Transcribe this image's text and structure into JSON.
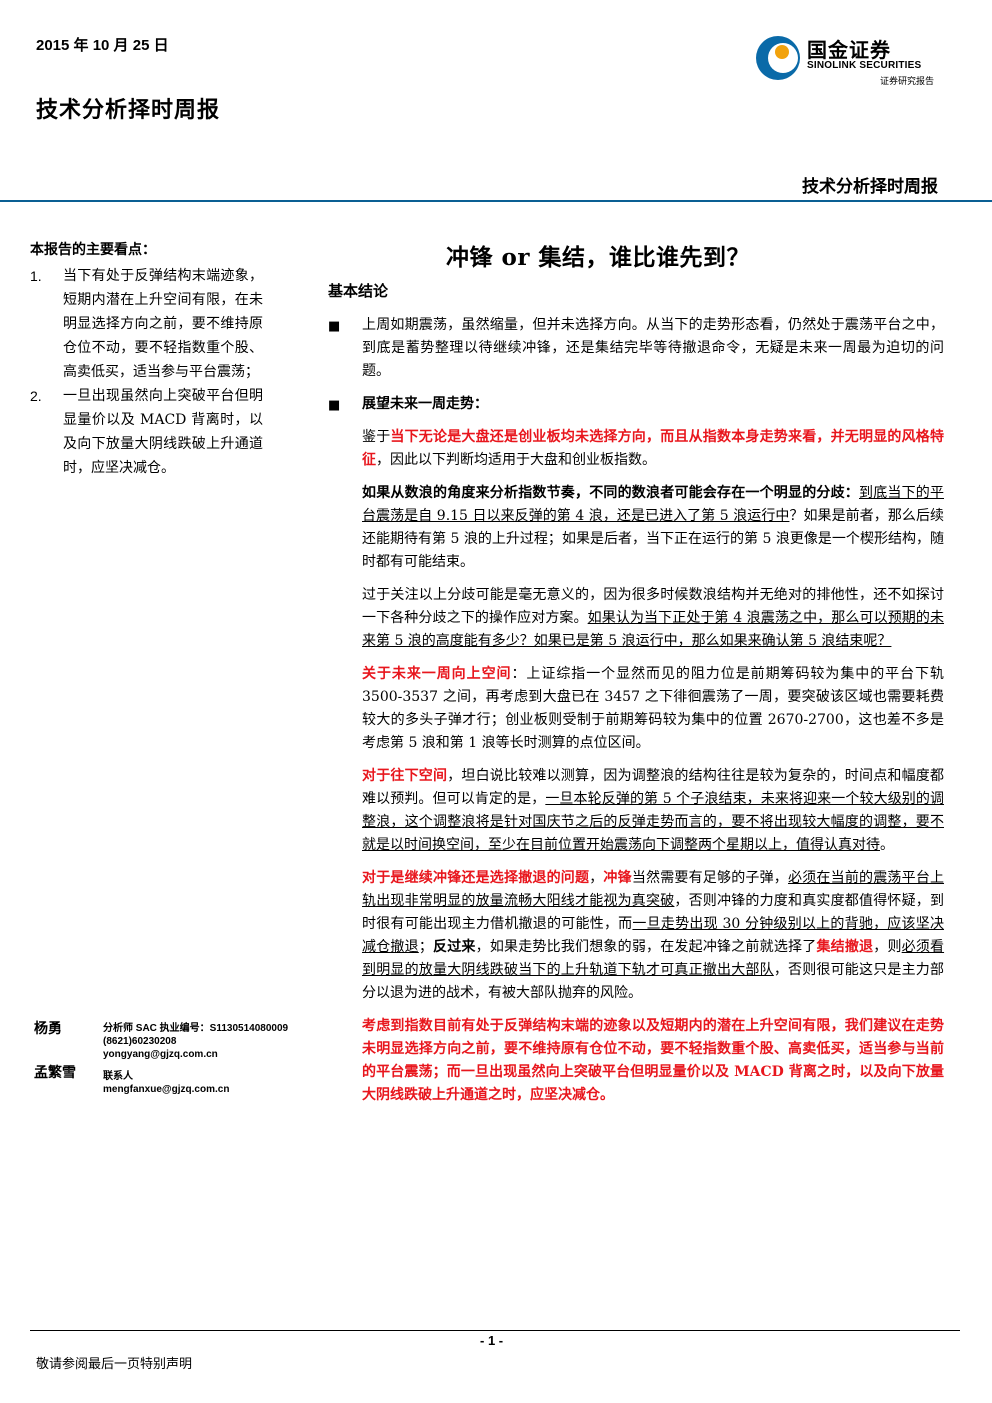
{
  "header": {
    "date": "2015 年 10 月 25 日",
    "report_title": "技术分析择时周报",
    "logo_name": "国金证券",
    "logo_en": "SINOLINK SECURITIES",
    "logo_sub": "证券研究报告",
    "right_title": "技术分析择时周报",
    "rule_color": "#0a5f93"
  },
  "sidebar": {
    "heading": "本报告的主要看点：",
    "items": [
      {
        "num": "1.",
        "text": "当下有处于反弹结构末端迹象，短期内潜在上升空间有限，在未明显选择方向之前，要不维持原仓位不动，要不轻指数重个股、高卖低买，适当参与平台震荡；"
      },
      {
        "num": "2.",
        "text": "一旦出现虽然向上突破平台但明显量价以及 MACD 背离时，以及向下放量大阴线跌破上升通道时，应坚决减仓。"
      }
    ]
  },
  "authors": [
    {
      "name": "杨勇",
      "line1": "分析师 SAC 执业编号：S1130514080009",
      "line2": "(8621)60230208",
      "line3": "yongyang@gjzq.com.cn"
    },
    {
      "name": "孟繁雪",
      "line1": "联系人",
      "line2": "mengfanxue@gjzq.com.cn",
      "line3": ""
    }
  ],
  "main": {
    "title": "冲锋 or 集结，谁比谁先到？",
    "section": "基本结论",
    "bullet1": "上周如期震荡，虽然缩量，但并未选择方向。从当下的走势形态看，仍然处于震荡平台之中，到底是蓄势整理以待继续冲锋，还是集结完毕等待撤退命令，无疑是未来一周最为迫切的问题。",
    "bullet2": "展望未来一周走势：",
    "p1_a": "鉴于",
    "p1_red": "当下无论是大盘还是创业板均未选择方向，而且从指数本身走势来看，并无明显的风格特征",
    "p1_b": "，因此以下判断均适用于大盘和创业板指数。",
    "p2_bold": "如果从数浪的角度来分析指数节奏，不同的数浪者可能会存在一个明显的分歧：",
    "p2_u": "到底当下的平台震荡是自 9.15 日以来反弹的第 4 浪，还是已进入了第 5 浪运行中",
    "p2_rest": "？如果是前者，那么后续还能期待有第 5 浪的上升过程；如果是后者，当下正在运行的第 5 浪更像是一个楔形结构，随时都有可能结束。",
    "p3_a": "过于关注以上分歧可能是毫无意义的，因为很多时候数浪结构并无绝对的排他性，还不如探讨一下各种分歧之下的操作应对方案。",
    "p3_u": "如果认为当下正处于第 4 浪震荡之中，那么可以预期的未来第 5 浪的高度能有多少？如果已是第 5 浪运行中，那么如果来确认第 5 浪结束呢？",
    "p4_red": "关于未来一周向上空间",
    "p4_rest": "：上证综指一个显然而见的阻力位是前期筹码较为集中的平台下轨 3500-3537 之间，再考虑到大盘已在 3457 之下徘徊震荡了一周，要突破该区域也需要耗费较大的多头子弹才行；创业板则受制于前期筹码较为集中的位置 2670-2700，这也差不多是考虑第 5 浪和第 1 浪等长时测算的点位区间。",
    "p5_red": "对于往下空间",
    "p5_a": "，坦白说比较难以测算，因为调整浪的结构往往是较为复杂的，时间点和幅度都难以预判。但可以肯定的是，",
    "p5_u": "一旦本轮反弹的第 5 个子浪结束，未来将迎来一个较大级别的调整浪，这个调整浪将是针对国庆节之后的反弹走势而言的，要不将出现较大幅度的调整，要不就是以时间换空间，至少在目前位置开始震荡向下调整两个星期以上，值得认真对待",
    "p5_end": "。",
    "p6_red1": "对于是继续冲锋还是选择撤退的问题",
    "p6_a": "，",
    "p6_red2": "冲锋",
    "p6_b": "当然需要有足够的子弹，",
    "p6_u1": "必须在当前的震荡平台上轨出现非常明显的放量流畅大阳线才能视为真突破",
    "p6_c": "，否则冲锋的力度和真实度都值得怀疑，到时很有可能出现主力借机撤退的可能性，而",
    "p6_u2": "一旦走势出现 30 分钟级别以上的背驰，应该坚决减仓撤退",
    "p6_d": "；",
    "p6_bold": "反过来",
    "p6_e": "，如果走势比我们想象的弱，在发起冲锋之前就选择了",
    "p6_red3": "集结撤退",
    "p6_f": "，则",
    "p6_u3": "必须看到明显的放量大阴线跌破当下的上升轨道下轨才可真正撤出大部队",
    "p6_g": "，否则很可能这只是主力部分以退为进的战术，有被大部队抛弃的风险。",
    "p7_red": "考虑到指数目前有处于反弹结构末端的迹象以及短期内的潜在上升空间有限，我们建议在走势未明显选择方向之前，要不维持原有仓位不动，要不轻指数重个股、高卖低买，适当参与当前的平台震荡；而一旦出现虽然向上突破平台但明显量价以及 MACD 背离之时，以及向下放量大阴线跌破上升通道之时，应坚决减仓。"
  },
  "footer": {
    "page": "- 1 -",
    "note": "敬请参阅最后一页特别声明"
  },
  "colors": {
    "red": "#e8161d",
    "logo_blue": "#0a6aa8",
    "logo_gold": "#f2a20c"
  }
}
